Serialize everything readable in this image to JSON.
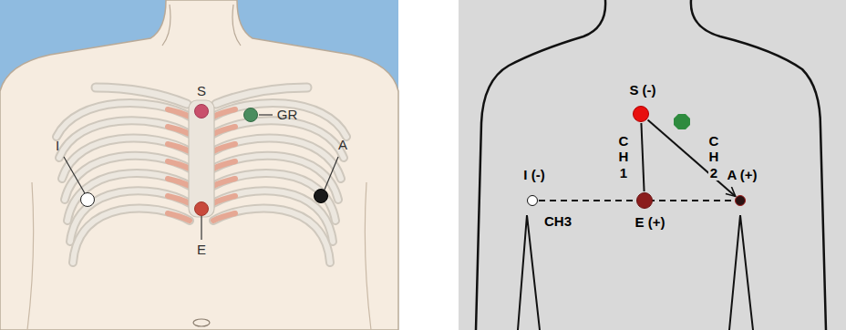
{
  "diagram": {
    "nodes": [
      {
        "text": [
          "S"
        ]
      },
      {
        "text": [
          "GR"
        ]
      },
      {
        "text": [
          "I"
        ]
      },
      {
        "text": [
          "A"
        ]
      },
      {
        "text": [
          "E"
        ]
      },
      {
        "text": [
          "S (-)"
        ]
      },
      {
        "text": [
          "I (-)"
        ]
      },
      {
        "text": [
          "E (+)"
        ]
      },
      {
        "text": [
          "A (+)"
        ]
      }
    ],
    "edges": [
      {
        "from": 5,
        "to": 7,
        "arrow": "none",
        "label": "C H 1"
      },
      {
        "from": 5,
        "to": 8,
        "arrow": "to",
        "label": "C H 2"
      },
      {
        "from": 6,
        "to": 8,
        "arrow": "none",
        "label": "CH3"
      }
    ]
  }
}
